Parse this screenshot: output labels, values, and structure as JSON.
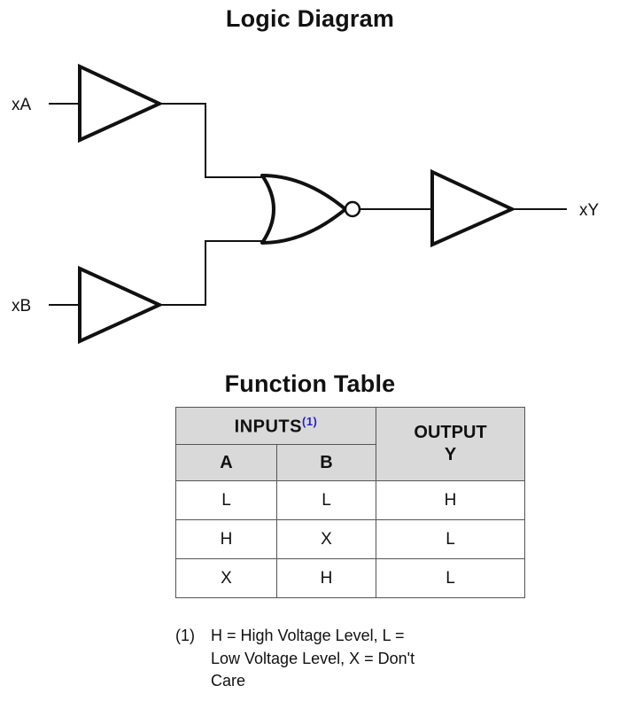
{
  "diagram": {
    "title": "Logic Diagram",
    "inputs": [
      {
        "label": "xA",
        "name": "input-a"
      },
      {
        "label": "xB",
        "name": "input-b"
      }
    ],
    "output": {
      "label": "xY",
      "name": "output-y"
    },
    "gates": [
      {
        "name": "buffer-a",
        "type": "buffer"
      },
      {
        "name": "buffer-b",
        "type": "buffer"
      },
      {
        "name": "nor-gate",
        "type": "nor"
      },
      {
        "name": "output-buffer",
        "type": "buffer"
      }
    ],
    "line_color": "#111111"
  },
  "table": {
    "title": "Function Table",
    "header": {
      "inputs": "INPUTS",
      "inputs_footnote": "(1)",
      "output_line1": "OUTPUT",
      "output_line2": "Y",
      "col_a": "A",
      "col_b": "B"
    },
    "rows": [
      {
        "a": "L",
        "b": "L",
        "y": "H"
      },
      {
        "a": "H",
        "b": "X",
        "y": "L"
      },
      {
        "a": "X",
        "b": "H",
        "y": "L"
      }
    ],
    "header_bg": "#d9d9d9",
    "footnote_color": "#2222cc"
  },
  "footnote": {
    "marker": "(1)",
    "text": "H = High Voltage Level, L = Low Voltage Level, X = Don't Care"
  }
}
